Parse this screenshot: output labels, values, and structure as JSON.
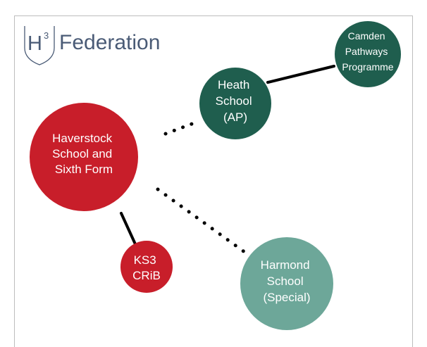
{
  "logo": {
    "mark_letter": "H",
    "mark_superscript": "3",
    "name": "Federation"
  },
  "colors": {
    "red": "#c81e2a",
    "dark_green": "#1f5e4e",
    "light_green": "#6da799",
    "navy": "#4a5b76"
  },
  "nodes": {
    "haverstock": {
      "lines": [
        "Haverstock",
        "School and",
        "Sixth Form"
      ]
    },
    "heath": {
      "lines": [
        "Heath",
        "School",
        "(AP)"
      ]
    },
    "camden": {
      "lines": [
        "Camden",
        "Pathways",
        "Programme"
      ]
    },
    "ks3": {
      "lines": [
        "KS3",
        "CRiB"
      ]
    },
    "harmond": {
      "lines": [
        "Harmond",
        "School",
        "(Special)"
      ]
    }
  }
}
